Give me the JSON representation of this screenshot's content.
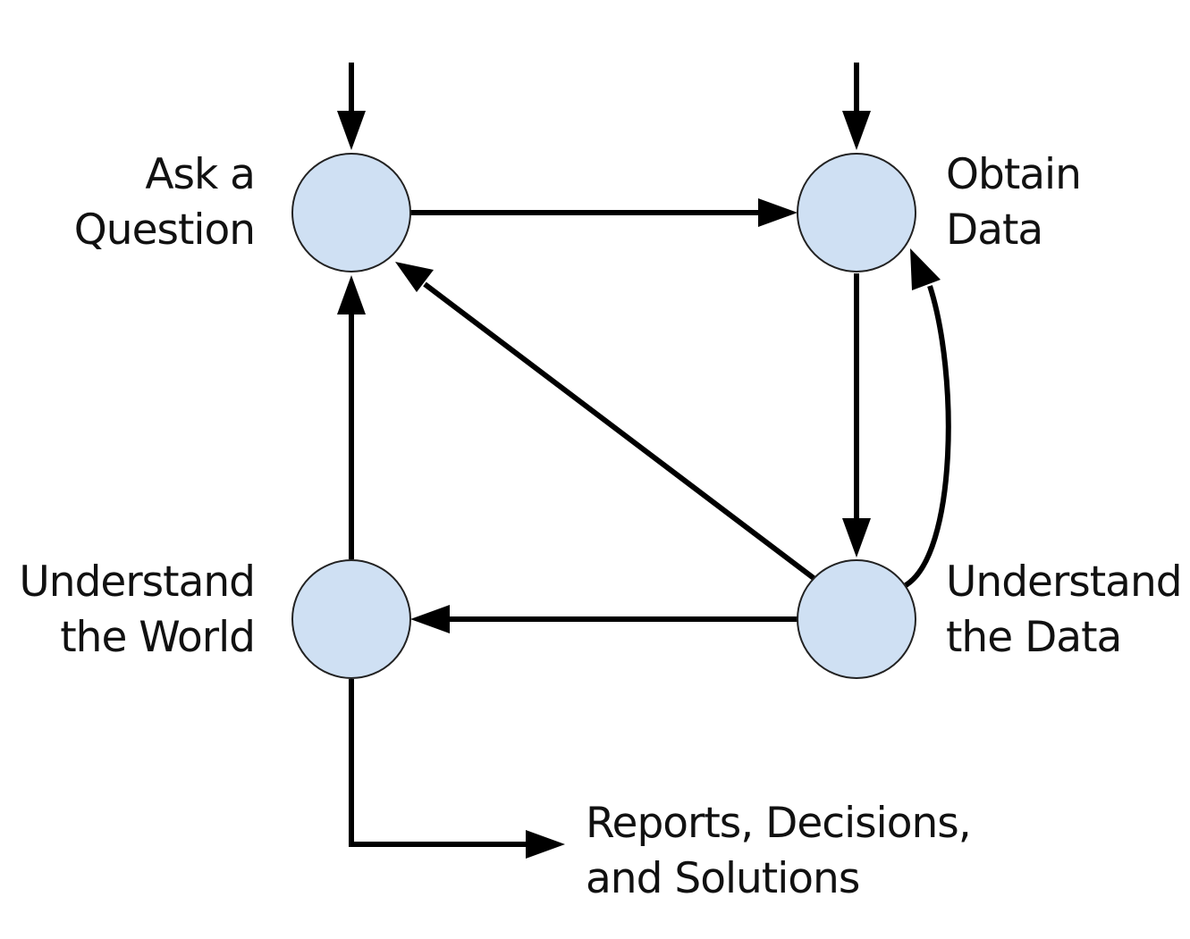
{
  "nodes": {
    "ask_question": {
      "line1": "Ask a",
      "line2": "Question"
    },
    "obtain_data": {
      "line1": "Obtain",
      "line2": "Data"
    },
    "understand_world": {
      "line1": "Understand",
      "line2": "the World"
    },
    "understand_data": {
      "line1": "Understand",
      "line2": "the Data"
    }
  },
  "output": {
    "line1": "Reports, Decisions,",
    "line2": "and Solutions"
  },
  "colors": {
    "node_fill": "#cfe0f3",
    "node_stroke": "#222222",
    "edge": "#000000"
  }
}
